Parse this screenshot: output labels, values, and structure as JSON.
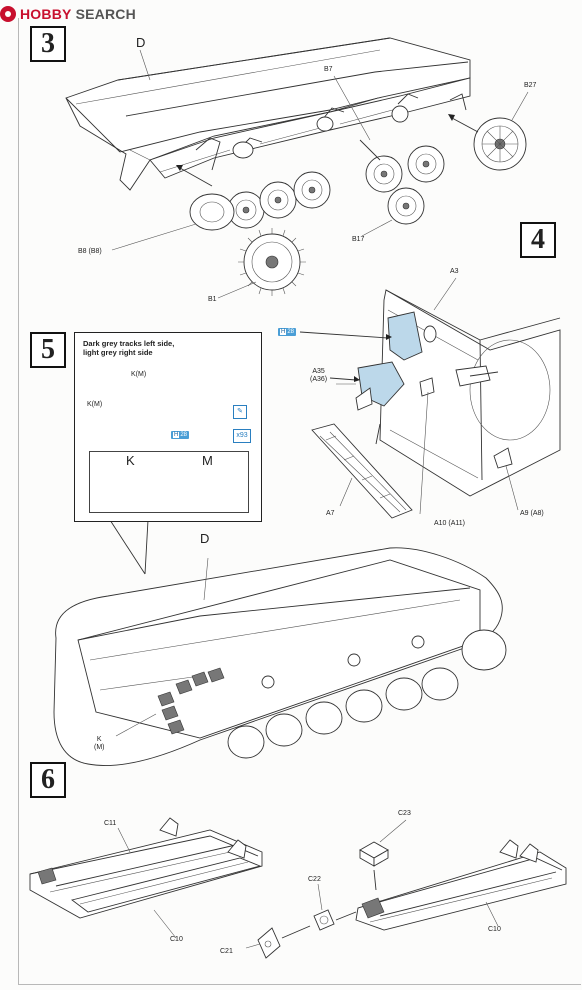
{
  "watermark": {
    "brand_red": "HOBBY",
    "brand_grey": "SEARCH",
    "color": "#c8102e"
  },
  "steps": {
    "s3": "3",
    "s4": "4",
    "s5": "5",
    "s6": "6"
  },
  "step3": {
    "hull": "D",
    "parts": {
      "b7": "B7",
      "b27": "B27",
      "b8": "B8 (B8)",
      "b17": "B17",
      "b1": "B1"
    }
  },
  "step4": {
    "parts": {
      "a3": "A3",
      "a35": "A35",
      "a36": "(A36)",
      "a7": "A7",
      "a10": "A10 (A11)",
      "a9": "A9 (A8)"
    },
    "paint_ref": {
      "prefix": "H",
      "code": "28"
    }
  },
  "step5": {
    "note_line1": "Dark grey tracks left side,",
    "note_line2": "light grey right side",
    "km_upper": "K(M)",
    "km_lower": "K(M)",
    "paint_ref": {
      "prefix": "H",
      "code": "28"
    },
    "tool_count": "x93",
    "k_label": "K",
    "m_label": "M",
    "hull": "D",
    "track_k": "K",
    "track_m": "(M)"
  },
  "step6": {
    "parts": {
      "c11": "C11",
      "c10a": "C10",
      "c23": "C23",
      "c22": "C22",
      "c21": "C21",
      "c10b": "C10"
    }
  },
  "colors": {
    "paint_blue": "#4a9ed6",
    "part_fill": "#bcd8ea"
  }
}
